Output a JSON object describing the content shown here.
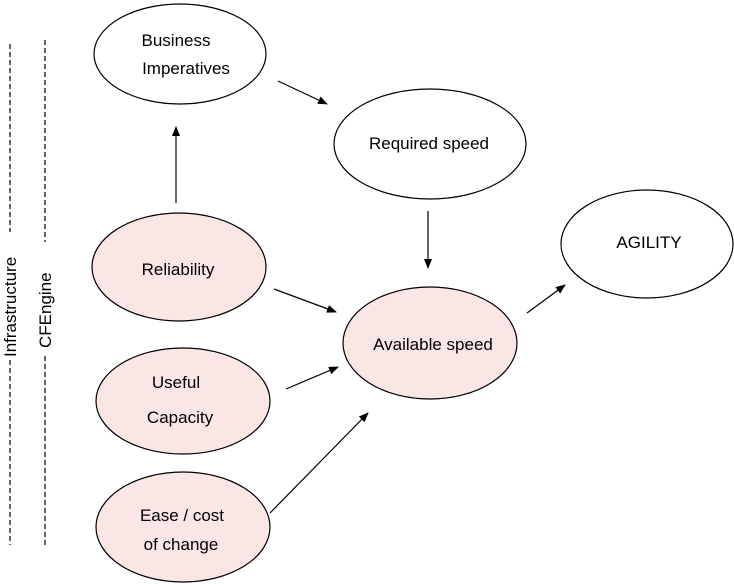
{
  "colors": {
    "background": "#ffffff",
    "stroke": "#000000",
    "highlight_fill": "#fbe6e6",
    "plain_fill": "#ffffff"
  },
  "side_labels": {
    "infrastructure": "Infrastructure",
    "cfengine": "CFEngine"
  },
  "nodes": {
    "business_imperatives": {
      "lines": [
        "Business",
        "Imperatives"
      ],
      "highlighted": false
    },
    "required_speed": {
      "lines": [
        "Required speed"
      ],
      "highlighted": false
    },
    "agility": {
      "lines": [
        "AGILITY"
      ],
      "highlighted": false
    },
    "reliability": {
      "lines": [
        "Reliability"
      ],
      "highlighted": true
    },
    "available_speed": {
      "lines": [
        "Available speed"
      ],
      "highlighted": true
    },
    "useful_capacity": {
      "lines": [
        "Useful",
        "Capacity"
      ],
      "highlighted": true
    },
    "ease_cost_of_change": {
      "lines": [
        "Ease / cost",
        "of change"
      ],
      "highlighted": true
    }
  },
  "edges": [
    {
      "from": "reliability",
      "to": "business_imperatives"
    },
    {
      "from": "business_imperatives",
      "to": "required_speed"
    },
    {
      "from": "required_speed",
      "to": "available_speed"
    },
    {
      "from": "reliability",
      "to": "available_speed"
    },
    {
      "from": "useful_capacity",
      "to": "available_speed"
    },
    {
      "from": "ease_cost_of_change",
      "to": "available_speed"
    },
    {
      "from": "available_speed",
      "to": "agility"
    }
  ]
}
